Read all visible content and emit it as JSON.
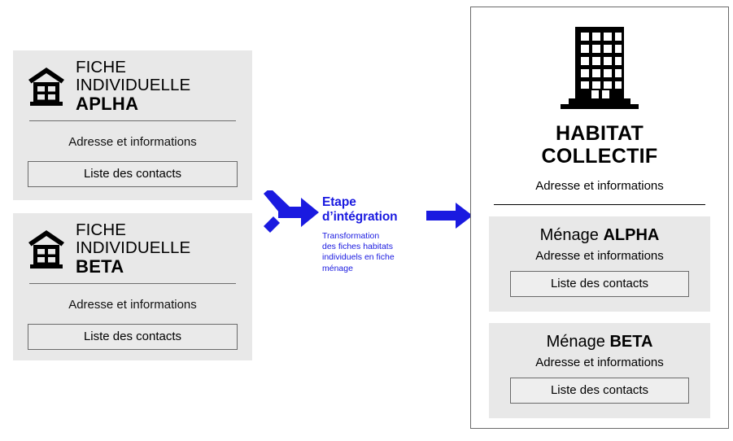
{
  "colors": {
    "accent_blue": "#1a1ae0",
    "card_gray": "#e8e8e8",
    "border_gray": "#6a6a6a",
    "text_black": "#000000"
  },
  "individual_cards": [
    {
      "icon": "house-icon",
      "title_regular": "FICHE INDIVIDUELLE",
      "title_bold": "APLHA",
      "address": "Adresse et informations",
      "contacts_label": "Liste des contacts"
    },
    {
      "icon": "house-icon",
      "title_regular": "FICHE INDIVIDUELLE",
      "title_bold": "BETA",
      "address": "Adresse et informations",
      "contacts_label": "Liste des contacts"
    }
  ],
  "integration_step": {
    "merge_icon": "merge-arrow-icon",
    "arrow_icon": "right-arrow-icon",
    "title_line_1": "Etape",
    "title_line_2": "d’intégration",
    "subtitle_line_1": "Transformation",
    "subtitle_line_2": "des fiches habitats",
    "subtitle_line_3": "individuels en fiche ménage"
  },
  "collective": {
    "icon": "office-building-icon",
    "title_line_1": "HABITAT",
    "title_line_2": "COLLECTIF",
    "address": "Adresse et informations",
    "menages": [
      {
        "label_regular": "Ménage ",
        "label_bold": "ALPHA",
        "address": "Adresse et informations",
        "contacts_label": "Liste des contacts"
      },
      {
        "label_regular": "Ménage ",
        "label_bold": "BETA",
        "address": "Adresse et informations",
        "contacts_label": "Liste des contacts"
      }
    ]
  }
}
